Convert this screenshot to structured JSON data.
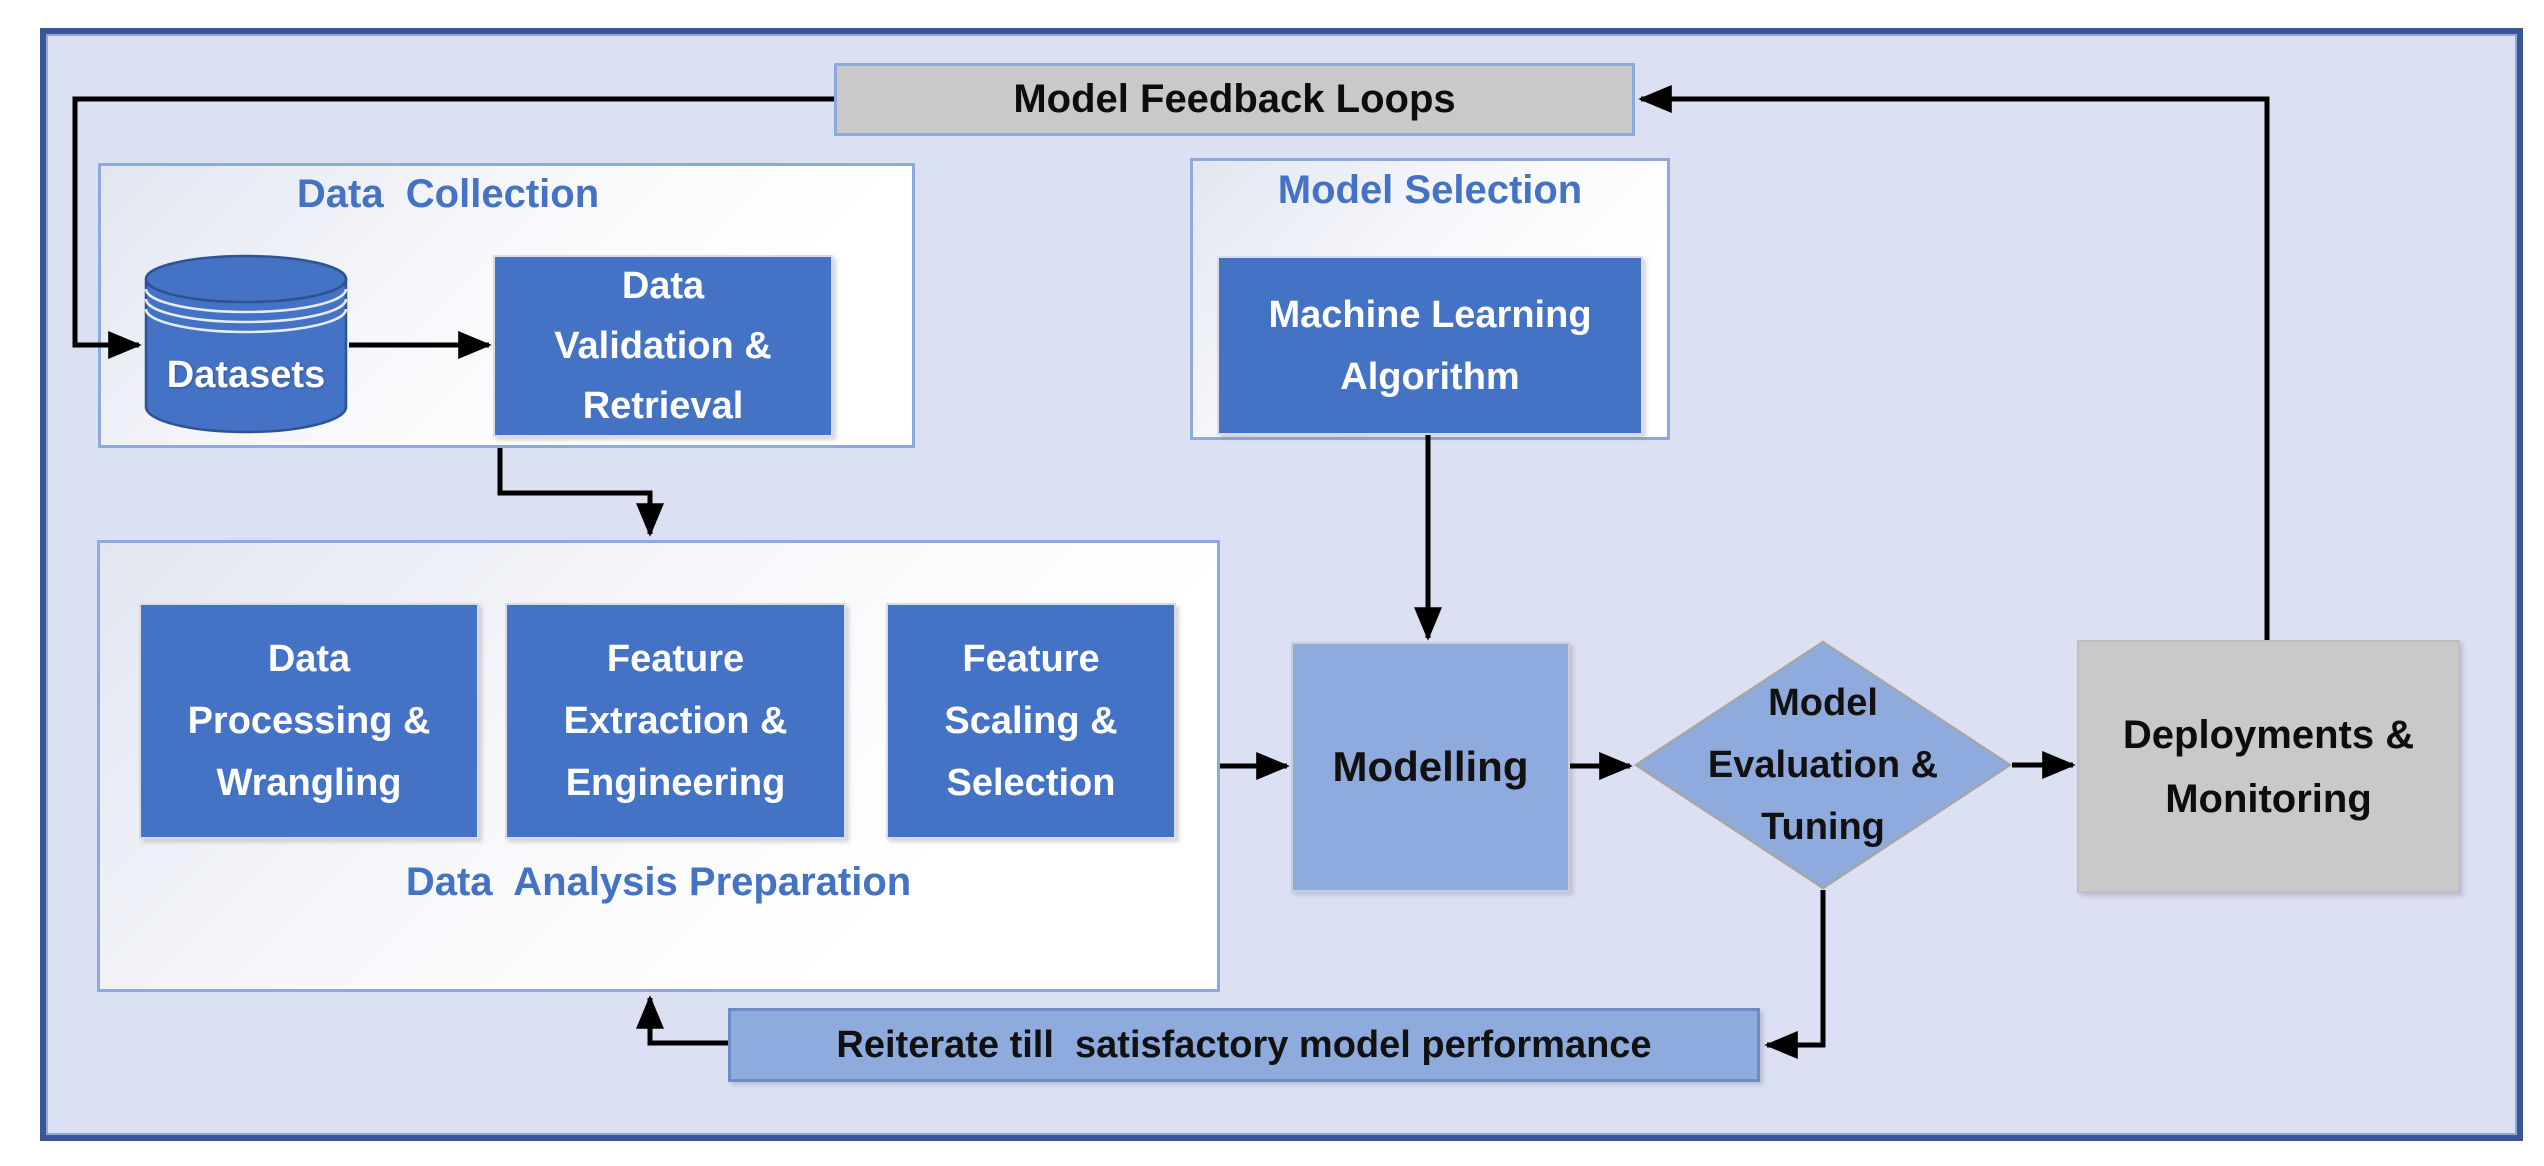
{
  "colors": {
    "accent_blue": "#4472C4",
    "light_blue": "#8FAADC",
    "gray": "#C9C9C9",
    "background": "#DBE0F2",
    "outer_border": "#3A5795",
    "panel_border": "#8EA9DB",
    "title_text": "#4472C4",
    "arrow": "#000000"
  },
  "feedback": {
    "label": "Model Feedback Loops"
  },
  "data_collection": {
    "title": "Data  Collection",
    "datasets_label": "Datasets",
    "validation_lines": [
      "Data",
      "Validation &",
      "Retrieval"
    ]
  },
  "model_selection": {
    "title": "Model Selection",
    "algorithm_lines": [
      "Machine Learning",
      "Algorithm"
    ]
  },
  "data_analysis": {
    "title": "Data  Analysis Preparation",
    "boxes": [
      {
        "lines": [
          "Data",
          "Processing &",
          "Wrangling"
        ]
      },
      {
        "lines": [
          "Feature",
          "Extraction &",
          "Engineering"
        ]
      },
      {
        "lines": [
          "Feature",
          "Scaling &",
          "Selection"
        ]
      }
    ]
  },
  "modelling": {
    "label": "Modelling"
  },
  "evaluation": {
    "lines": [
      "Model",
      "Evaluation &",
      "Tuning"
    ]
  },
  "deployment": {
    "lines": [
      "Deployments &",
      "Monitoring"
    ]
  },
  "reiterate": {
    "label": "Reiterate till  satisfactory model performance"
  }
}
